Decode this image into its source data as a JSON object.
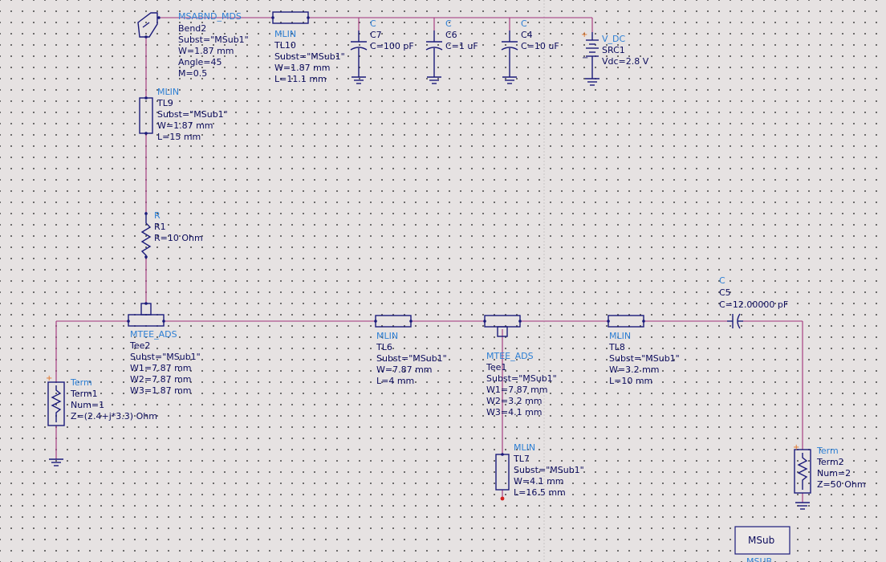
{
  "components": {
    "bend2": {
      "cls": "MSABND_MDS",
      "inst": "Bend2",
      "subst": "Subst=\"MSub1\"",
      "w": "W=1.87 mm",
      "angle": "Angle=45",
      "m": "M=0.5"
    },
    "tl10": {
      "cls": "MLIN",
      "inst": "TL10",
      "subst": "Subst=\"MSub1\"",
      "w": "W=1.87 mm",
      "l": "L=11.1 mm"
    },
    "c7": {
      "cls": "C",
      "inst": "C7",
      "val": "C=100 pF"
    },
    "c6": {
      "cls": "C",
      "inst": "C6",
      "val": "C=1 uF"
    },
    "c4": {
      "cls": "C",
      "inst": "C4",
      "val": "C=10 uF"
    },
    "src1": {
      "cls": "V_DC",
      "inst": "SRC1",
      "val": "Vdc=2.8 V",
      "plus": "+",
      "minus": "−"
    },
    "tl9": {
      "cls": "MLIN",
      "inst": "TL9",
      "subst": "Subst=\"MSub1\"",
      "w": "W=1.87 mm",
      "l": "L=15 mm"
    },
    "r1": {
      "cls": "R",
      "inst": "R1",
      "val": "R=10 Ohm"
    },
    "tee2": {
      "cls": "MTEE_ADS",
      "inst": "Tee2",
      "subst": "Subst=\"MSub1\"",
      "w1": "W1=7.87 mm",
      "w2": "W2=7.87 mm",
      "w3": "W3=1.87 mm"
    },
    "tl6": {
      "cls": "MLIN",
      "inst": "TL6",
      "subst": "Subst=\"MSub1\"",
      "w": "W=7.87 mm",
      "l": "L=4 mm"
    },
    "tee1": {
      "cls": "MTEE_ADS",
      "inst": "Tee1",
      "subst": "Subst=\"MSub1\"",
      "w1": "W1=7.87 mm",
      "w2": "W2=3.2 mm",
      "w3": "W3=4.1 mm"
    },
    "tl8": {
      "cls": "MLIN",
      "inst": "TL8",
      "subst": "Subst=\"MSub1\"",
      "w": "W=3.2 mm",
      "l": "L=10 mm"
    },
    "c5": {
      "cls": "C",
      "inst": "C5",
      "val": "C=12.00000 pF"
    },
    "tl7": {
      "cls": "MLIN",
      "inst": "TL7",
      "subst": "Subst=\"MSub1\"",
      "w": "W=4.1 mm",
      "l": "L=16.5 mm"
    },
    "term1": {
      "cls": "Term",
      "inst": "Term1",
      "num": "Num=1",
      "z": "Z=(2.4+j*3.3) Ohm",
      "plus": "+"
    },
    "term2": {
      "cls": "Term",
      "inst": "Term2",
      "num": "Num=2",
      "z": "Z=50 Ohm",
      "plus": "+"
    },
    "msub": {
      "label": "MSub",
      "cls": "MSUB"
    }
  },
  "colors": {
    "wire": "#a0307a",
    "component": "#1a1a7a",
    "text": "#0b0b5c",
    "class_label": "#2d7fd4",
    "background": "#e6e2e2"
  }
}
